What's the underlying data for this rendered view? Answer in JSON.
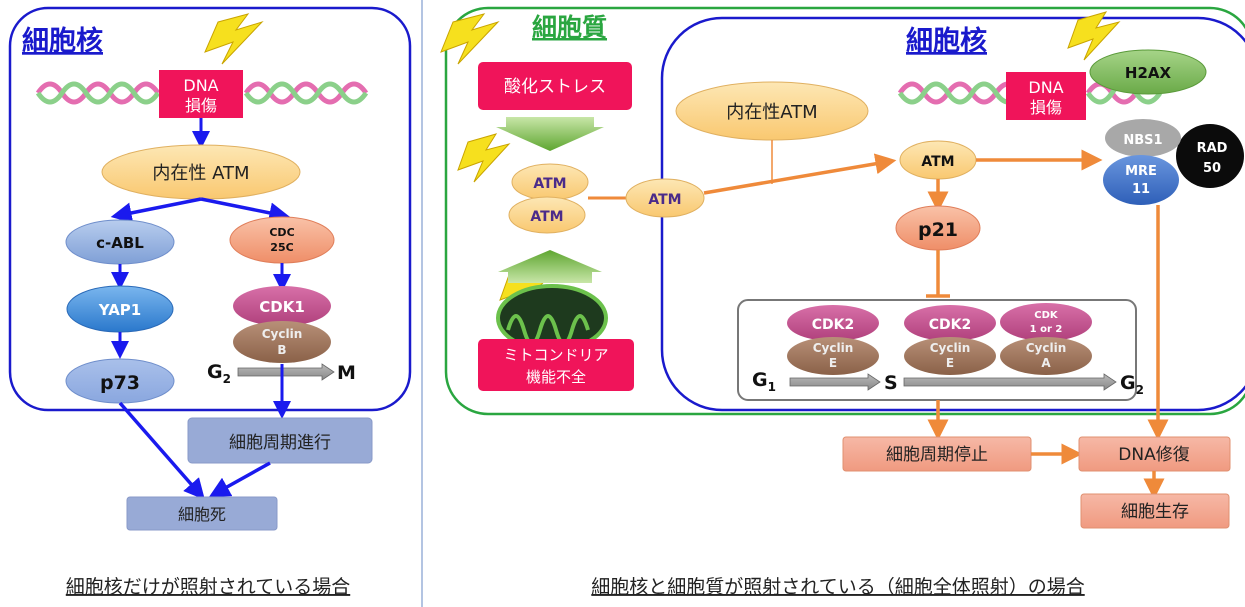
{
  "left": {
    "title": "細胞核",
    "dna_label_1": "DNA",
    "dna_label_2": "損傷",
    "intrinsic_atm": "内在性 ATM",
    "c_abl": "c-ABL",
    "cdc25c_1": "CDC",
    "cdc25c_2": "25C",
    "yap1": "YAP1",
    "cdk1": "CDK1",
    "cyclin_b_1": "Cyclin",
    "cyclin_b_2": "B",
    "p73": "p73",
    "g2": "G",
    "g2_sub": "2",
    "m": "M",
    "cell_cycle_progress": "細胞周期進行",
    "cell_death": "細胞死",
    "caption": "細胞核だけが照射されている場合"
  },
  "right": {
    "cytoplasm_title": "細胞質",
    "nucleus_title": "細胞核",
    "oxidative_stress": "酸化ストレス",
    "atm_a": "ATM",
    "atm_b": "ATM",
    "atm_mid": "ATM",
    "mito_1": "ミトコンドリア",
    "mito_2": "機能不全",
    "intrinsic_atm": "内在性ATM",
    "dna_label_1": "DNA",
    "dna_label_2": "損傷",
    "h2ax": "H2AX",
    "atm_nuc": "ATM",
    "nbs1": "NBS1",
    "rad50_1": "RAD",
    "rad50_2": "50",
    "mre11_1": "MRE",
    "mre11_2": "11",
    "p21": "p21",
    "cdk2_a": "CDK2",
    "cyclin_e_a_1": "Cyclin",
    "cyclin_e_a_2": "E",
    "cdk2_b": "CDK2",
    "cyclin_e_b_1": "Cyclin",
    "cyclin_e_b_2": "E",
    "cdk12_1": "CDK",
    "cdk12_2": "1 or 2",
    "cyclin_a_1": "Cyclin",
    "cyclin_a_2": "A",
    "g1": "G",
    "g1_sub": "1",
    "s": "S",
    "g2": "G",
    "g2_sub": "2",
    "cell_cycle_arrest": "細胞周期停止",
    "dna_repair": "DNA修復",
    "cell_survival": "細胞生存",
    "caption": "細胞核と細胞質が照射されている（細胞全体照射）の場合"
  },
  "colors": {
    "blue_arrow": "#1a1aee",
    "orange_arrow": "#ef8a3a",
    "nucleus_border": "#1a1acc",
    "cytoplasm_border": "#2aa640",
    "dna_box": "#f0145a",
    "yellow_node": "#fbd98a"
  }
}
